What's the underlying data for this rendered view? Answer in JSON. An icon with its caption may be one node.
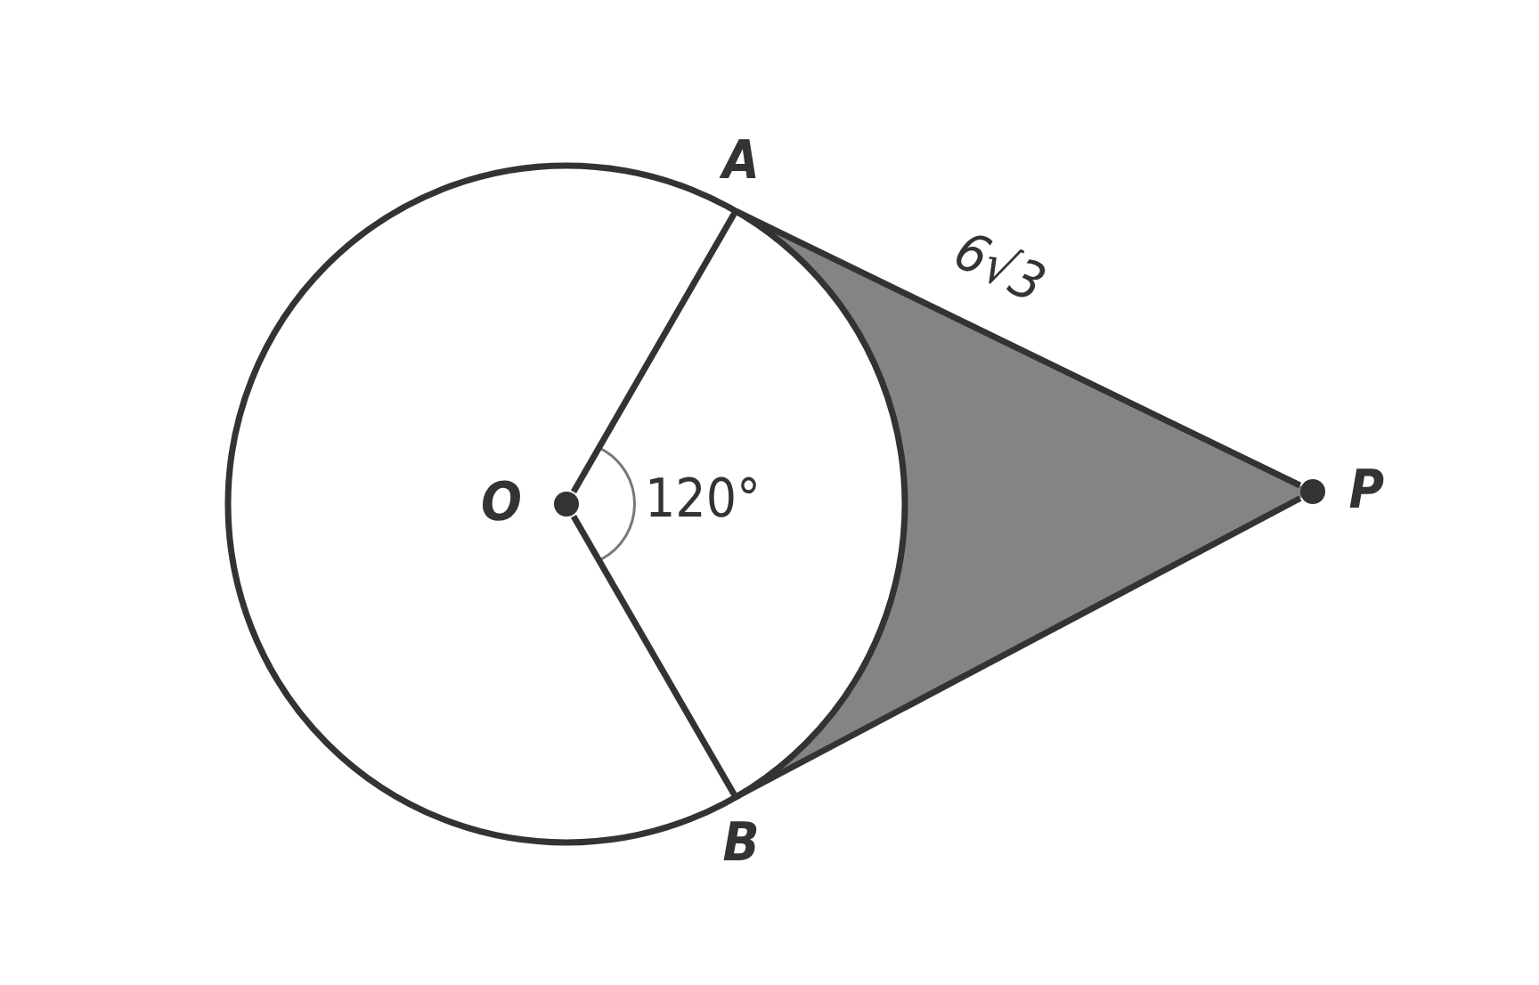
{
  "diagram": {
    "nodes": [
      {
        "text": [
          "A"
        ]
      },
      {
        "text": [
          "O"
        ]
      },
      {
        "text": [
          "P"
        ]
      },
      {
        "text": [
          "B"
        ]
      }
    ],
    "edges": [
      {
        "from": 1,
        "to": 0,
        "arrow": "none"
      },
      {
        "from": 1,
        "to": 3,
        "arrow": "none"
      },
      {
        "from": 0,
        "to": 2,
        "arrow": "none",
        "label": "6√3"
      },
      {
        "from": 3,
        "to": 2,
        "arrow": "none"
      }
    ],
    "labels": [
      "120°"
    ]
  }
}
